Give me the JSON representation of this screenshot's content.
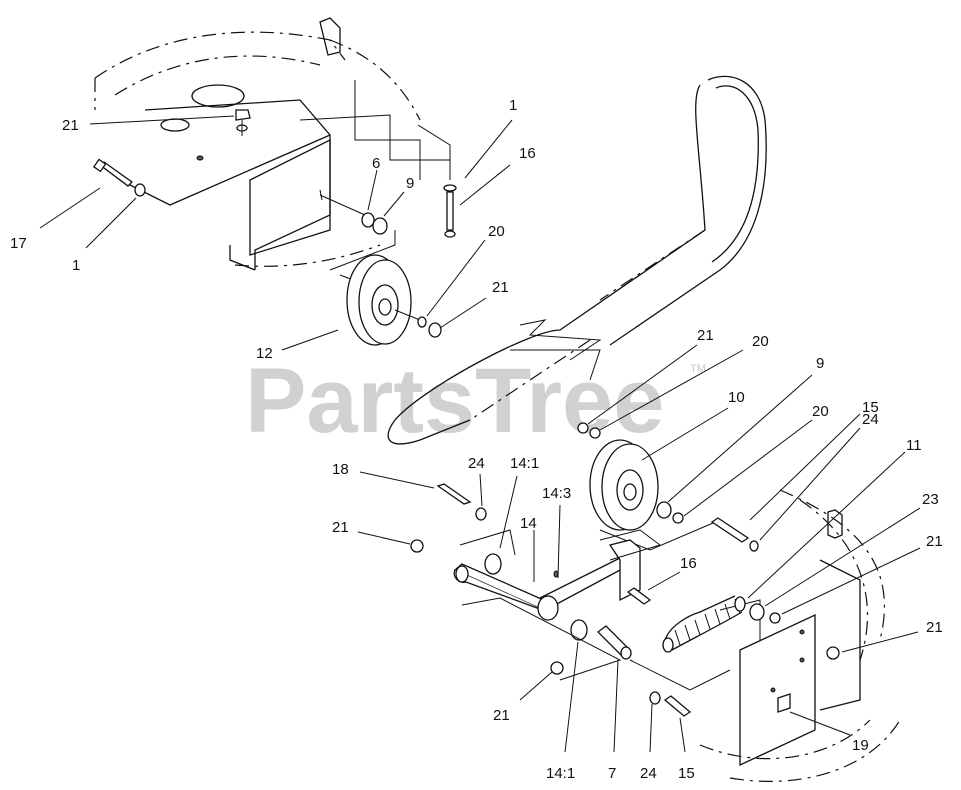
{
  "watermark": {
    "text": "PartsTree",
    "trademark": "TM"
  },
  "callouts": [
    {
      "id": "c-1-top",
      "text": "1"
    },
    {
      "id": "c-16-top",
      "text": "16"
    },
    {
      "id": "c-21-topleft",
      "text": "21"
    },
    {
      "id": "c-6",
      "text": "6"
    },
    {
      "id": "c-9-top",
      "text": "9"
    },
    {
      "id": "c-17",
      "text": "17"
    },
    {
      "id": "c-1-left",
      "text": "1"
    },
    {
      "id": "c-20-top",
      "text": "20"
    },
    {
      "id": "c-21-top",
      "text": "21"
    },
    {
      "id": "c-12",
      "text": "12"
    },
    {
      "id": "c-21-mid",
      "text": "21"
    },
    {
      "id": "c-20-mid",
      "text": "20"
    },
    {
      "id": "c-9-right",
      "text": "9"
    },
    {
      "id": "c-10",
      "text": "10"
    },
    {
      "id": "c-20-right",
      "text": "20"
    },
    {
      "id": "c-15-right",
      "text": "15"
    },
    {
      "id": "c-24-right",
      "text": "24"
    },
    {
      "id": "c-11",
      "text": "11"
    },
    {
      "id": "c-23",
      "text": "23"
    },
    {
      "id": "c-21-right1",
      "text": "21"
    },
    {
      "id": "c-21-right2",
      "text": "21"
    },
    {
      "id": "c-18",
      "text": "18"
    },
    {
      "id": "c-24-mid",
      "text": "24"
    },
    {
      "id": "c-14-1-top",
      "text": "14:1"
    },
    {
      "id": "c-14-3",
      "text": "14:3"
    },
    {
      "id": "c-14",
      "text": "14"
    },
    {
      "id": "c-21-left",
      "text": "21"
    },
    {
      "id": "c-16-mid",
      "text": "16"
    },
    {
      "id": "c-21-bottom",
      "text": "21"
    },
    {
      "id": "c-14-1-bottom",
      "text": "14:1"
    },
    {
      "id": "c-7",
      "text": "7"
    },
    {
      "id": "c-24-bottom",
      "text": "24"
    },
    {
      "id": "c-15-bottom",
      "text": "15"
    },
    {
      "id": "c-19",
      "text": "19"
    }
  ]
}
